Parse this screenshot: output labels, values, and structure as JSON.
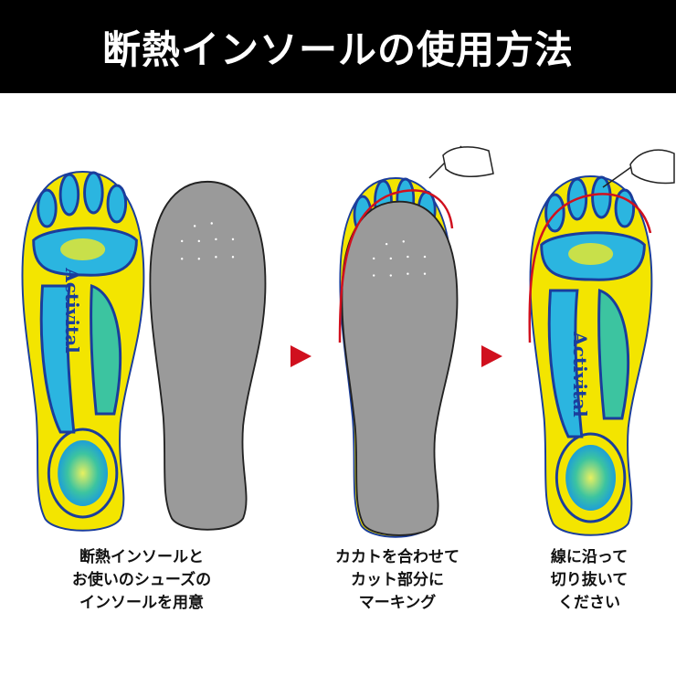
{
  "header": {
    "title": "断熱インソールの使用方法"
  },
  "logo_text": "Activital",
  "steps": [
    {
      "lines": [
        "断熱インソールと",
        "お使いのシューズの",
        "インソールを用意"
      ]
    },
    {
      "lines": [
        "カカトを合わせて",
        "カット部分に",
        "マーキング"
      ]
    },
    {
      "lines": [
        "線に沿って",
        "切り抜いて",
        "ください"
      ]
    }
  ],
  "colors": {
    "header_bg": "#000000",
    "insole_yellow": "#f3e500",
    "insole_blue": "#1a3d9c",
    "insole_cyan": "#2bb5e0",
    "gray_insole": "#9a9a9a",
    "arrow_red": "#d0101e"
  }
}
